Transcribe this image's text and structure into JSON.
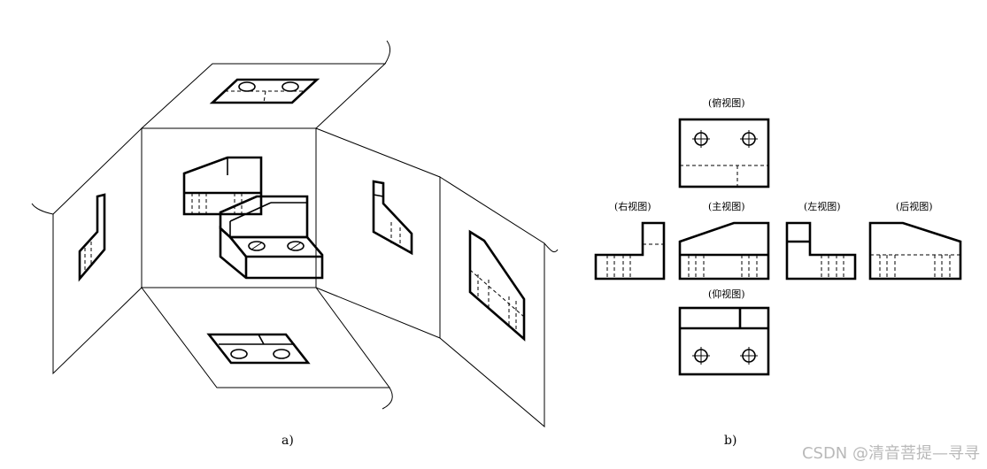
{
  "panel_a": {
    "label": "a)"
  },
  "panel_b": {
    "label": "b)",
    "views": {
      "top": "(俯视图)",
      "right": "(右视图)",
      "front": "(主视图)",
      "left": "(左视图)",
      "back": "(后视图)",
      "bottom": "(仰视图)"
    }
  },
  "watermark": "CSDN @清音菩提—寻寻"
}
